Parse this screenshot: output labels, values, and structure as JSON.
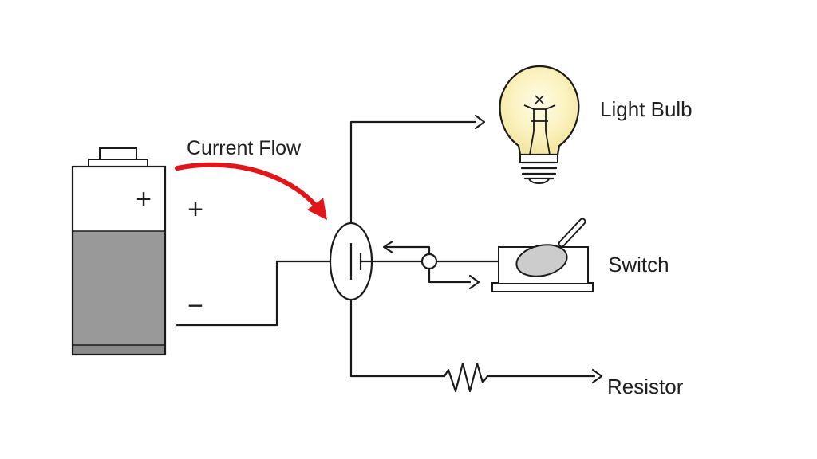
{
  "labels": {
    "current_flow": "Current Flow",
    "light_bulb": "Light Bulb",
    "switch": "Switch",
    "resistor": "Resistor",
    "battery_plus_inner": "+",
    "battery_plus_outer": "+",
    "battery_minus": "−"
  },
  "colors": {
    "current_arrow": "#e0161b",
    "battery_fill": "#999999",
    "bulb_glow": "#fbf3c2",
    "switch_disc": "#cccccc",
    "line": "#1a1a1a"
  },
  "icons": {
    "bulb": "light-bulb-icon",
    "switch": "toggle-switch-icon",
    "resistor": "zigzag-resistor-icon",
    "battery": "battery-icon"
  }
}
